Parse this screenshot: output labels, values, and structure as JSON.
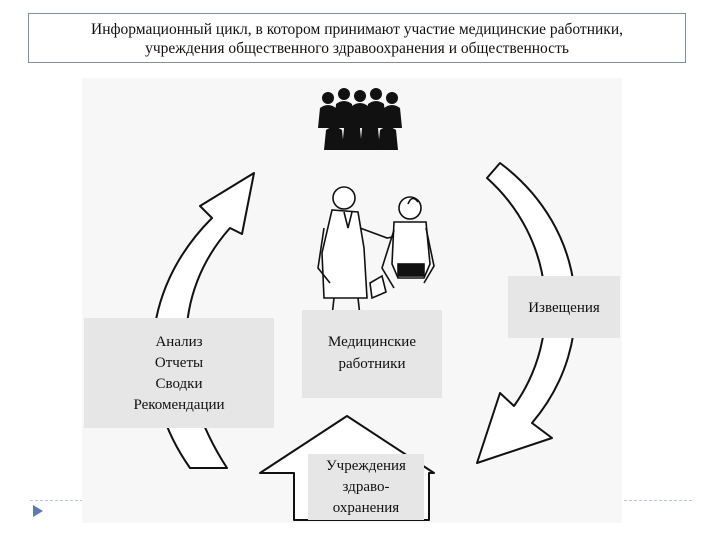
{
  "title": {
    "line1": "Информационный цикл, в котором принимают участие медицинские работники,",
    "line2": "учреждения общественного здравоохранения и общественность"
  },
  "nodes": {
    "analysis": [
      "Анализ",
      "Отчеты",
      "Сводки",
      "Рекомендации"
    ],
    "medical": [
      "Медицинские",
      "работники"
    ],
    "notices": "Извещения",
    "institutions": [
      "Учреждения",
      "здраво-",
      "охранения"
    ]
  },
  "icons": {
    "public": "crowd-icon",
    "doctor": "doctor-examining-patient-icon",
    "bullet": "triangle-bullet-icon"
  },
  "colors": {
    "title_border": "#7f8fa6",
    "panel": "#e6e6e6",
    "background_panel": "#f7f7f7",
    "bullet": "#5b7bb5"
  }
}
